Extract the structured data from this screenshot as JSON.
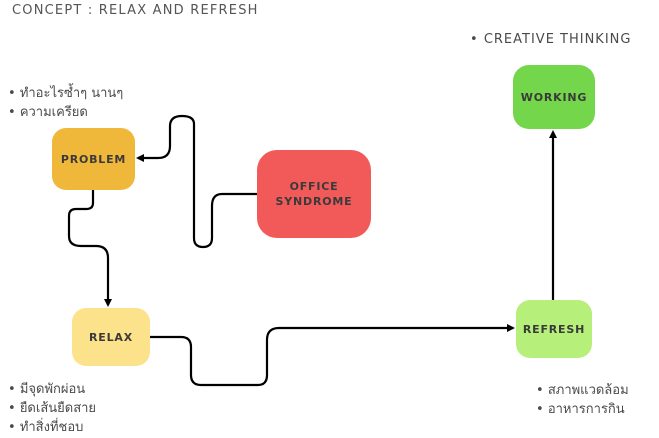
{
  "title": "CONCEPT :  RELAX AND REFRESH",
  "nodes": {
    "problem": "PROBLEM",
    "office_line1": "OFFICE",
    "office_line2": "SYNDROME",
    "relax": "RELAX",
    "refresh": "REFRESH",
    "working": "WORKING"
  },
  "notes": {
    "problem": [
      "ทำอะไรซ้ำๆ นานๆ",
      "ความเครียด"
    ],
    "relax": [
      "มีจุดพักผ่อน",
      "ยืดเส้นยืดสาย",
      "ทำสิ่งที่ชอบ"
    ],
    "refresh": [
      "สภาพแวดล้อม",
      "อาหารการกิน"
    ],
    "working": [
      "CREATIVE THINKING"
    ]
  },
  "colors": {
    "problem": "#f0b83a",
    "office": "#f25a5a",
    "relax": "#fde28c",
    "refresh": "#b6f07a",
    "working": "#74d64a",
    "connector": "#000000"
  }
}
